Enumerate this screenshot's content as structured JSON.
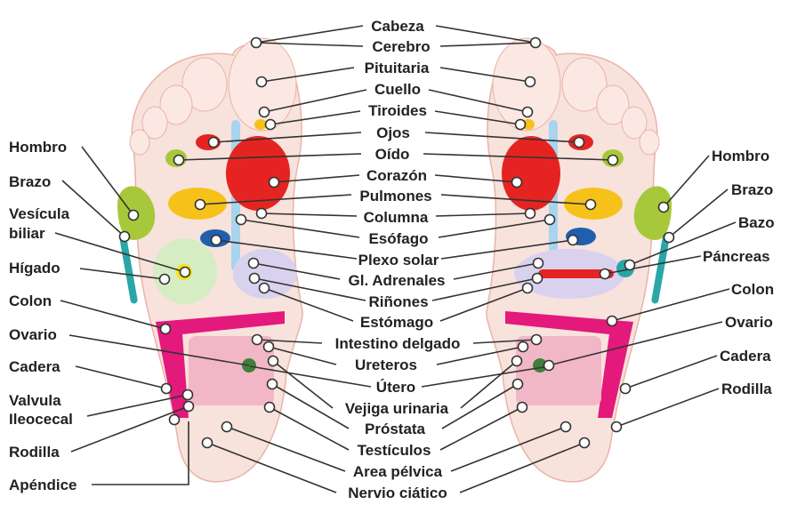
{
  "center_labels": [
    "Cabeza",
    "Cerebro",
    "Pituitaria",
    "Cuello",
    "Tiroides",
    "Ojos",
    "Oído",
    "Corazón",
    "Pulmones",
    "Columna",
    "Esófago",
    "Plexo solar",
    "Gl. Adrenales",
    "Riñones",
    "Estómago",
    "Intestino delgado",
    "Ureteros",
    "Útero",
    "Vejiga urinaria",
    "Próstata",
    "Testículos",
    "Area pélvica",
    "Nervio ciático"
  ],
  "left_labels": {
    "hombro": "Hombro",
    "brazo": "Brazo",
    "vesicula_1": "Vesícula",
    "vesicula_2": "biliar",
    "higado": "Hígado",
    "colon": "Colon",
    "ovario": "Ovario",
    "cadera": "Cadera",
    "valvula_1": "Valvula",
    "valvula_2": "Ileocecal",
    "rodilla": "Rodilla",
    "apendice": "Apéndice"
  },
  "right_labels": {
    "hombro": "Hombro",
    "brazo": "Brazo",
    "bazo": "Bazo",
    "pancreas": "Páncreas",
    "colon": "Colon",
    "ovario": "Ovario",
    "cadera": "Cadera",
    "rodilla": "Rodilla"
  },
  "colors": {
    "skin": "#f8e2dc",
    "skin_outline": "#e9b3a8",
    "heart_red": "#e52421",
    "lung_yellow": "#f6c21a",
    "spine_blue": "#a8d4ee",
    "esophagus_blue": "#1f5fae",
    "shoulder_green": "#a8c83b",
    "liver_green": "#d6ecc3",
    "kidney_lavender": "#d9d2ee",
    "intestine_magenta": "#e3197c",
    "intestine_pink": "#f2b7c7",
    "uterus_green": "#3f7f3a",
    "limb_teal": "#2aa6a8"
  }
}
